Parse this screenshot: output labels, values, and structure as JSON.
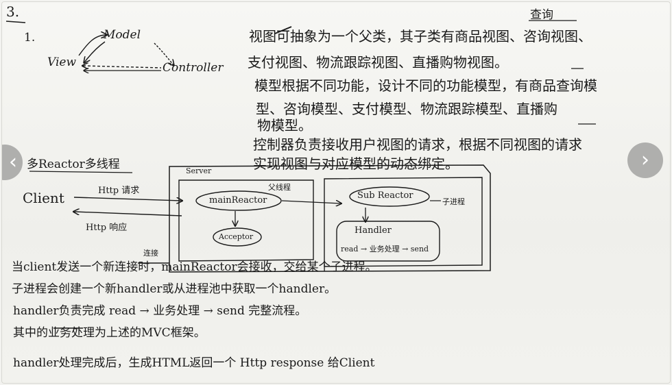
{
  "viewer": {
    "prev_icon": "chevron-left-icon",
    "next_icon": "chevron-right-icon",
    "prev_glyph": "‹",
    "next_glyph": "›"
  },
  "note": {
    "section_num": "3.",
    "item_num": "1.",
    "mvc": {
      "model": "Model",
      "view": "View",
      "controller": "Controller"
    },
    "query_heading": "查询",
    "paragraph_top": [
      "视图可抽象为一个父类，其子类有商品视图、咨询视图、",
      "支付视图、物流跟踪视图、直播购物视图。",
      "模型根据不同功能，设计不同的功能模型，有商品查询模",
      "型、咨询模型、支付模型、物流跟踪模型、直播购",
      "物模型。",
      "控制器负责接收用户视图的请求，根据不同视图的请求",
      "实现视图与对应模型的动态绑定。"
    ],
    "reactor_title": "多Reactor多线程",
    "client": "Client",
    "http_request": "Http 请求",
    "http_response": "Http 响应",
    "server": "Server",
    "parent_thread": "父线程",
    "main_reactor": "mainReactor",
    "acceptor": "Acceptor",
    "sub_reactor": "Sub Reactor",
    "child_thread": "子进程",
    "handler": "Handler",
    "handler_flow": "read → 业务处理 → send",
    "connect_word": "连接",
    "paragraph_bottom": [
      "当client发送一个新连接时，mainReactor会接收，交给某个子进程。",
      "子进程会创建一个新handler或从进程池中获取一个handler。",
      "handler负责完成 read → 业务处理 → send 完整流程。",
      "其中的业务处理为上述的MVC框架。",
      "handler处理完成后，生成HTML返回一个 Http response 给Client"
    ]
  }
}
